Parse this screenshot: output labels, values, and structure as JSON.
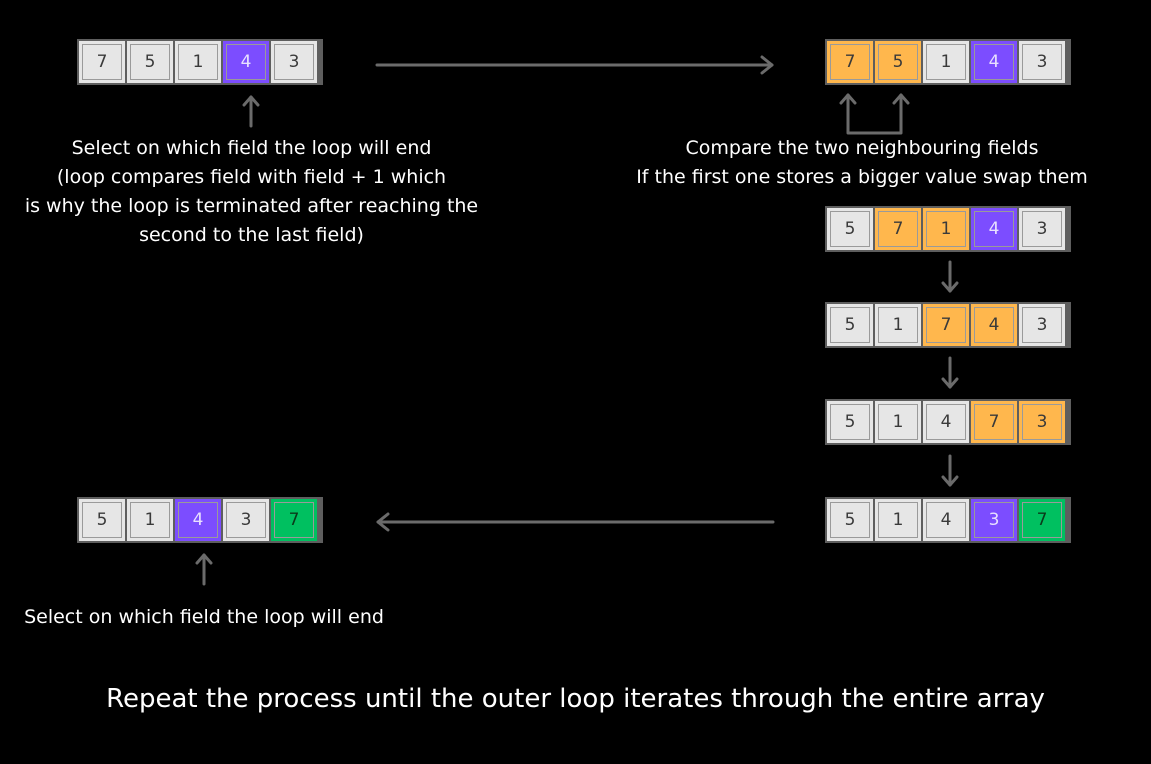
{
  "colors": {
    "default": "#e6e6e6",
    "selected_end": "#7c4dff",
    "comparing": "#ffb74d",
    "sorted": "#00c060",
    "arrow": "#6b6b6b"
  },
  "arrays": {
    "initial": [
      {
        "value": "7",
        "state": "default"
      },
      {
        "value": "5",
        "state": "default"
      },
      {
        "value": "1",
        "state": "default"
      },
      {
        "value": "4",
        "state": "selected_end"
      },
      {
        "value": "3",
        "state": "default"
      }
    ],
    "compare_first": [
      {
        "value": "7",
        "state": "comparing"
      },
      {
        "value": "5",
        "state": "comparing"
      },
      {
        "value": "1",
        "state": "default"
      },
      {
        "value": "4",
        "state": "selected_end"
      },
      {
        "value": "3",
        "state": "default"
      }
    ],
    "step_2": [
      {
        "value": "5",
        "state": "default"
      },
      {
        "value": "7",
        "state": "comparing"
      },
      {
        "value": "1",
        "state": "comparing"
      },
      {
        "value": "4",
        "state": "selected_end"
      },
      {
        "value": "3",
        "state": "default"
      }
    ],
    "step_3": [
      {
        "value": "5",
        "state": "default"
      },
      {
        "value": "1",
        "state": "default"
      },
      {
        "value": "7",
        "state": "comparing"
      },
      {
        "value": "4",
        "state": "comparing"
      },
      {
        "value": "3",
        "state": "default"
      }
    ],
    "step_4": [
      {
        "value": "5",
        "state": "default"
      },
      {
        "value": "1",
        "state": "default"
      },
      {
        "value": "4",
        "state": "default"
      },
      {
        "value": "7",
        "state": "comparing"
      },
      {
        "value": "3",
        "state": "comparing"
      }
    ],
    "pass_end": [
      {
        "value": "5",
        "state": "default"
      },
      {
        "value": "1",
        "state": "default"
      },
      {
        "value": "4",
        "state": "default"
      },
      {
        "value": "3",
        "state": "selected_end"
      },
      {
        "value": "7",
        "state": "sorted"
      }
    ],
    "next_pass": [
      {
        "value": "5",
        "state": "default"
      },
      {
        "value": "1",
        "state": "default"
      },
      {
        "value": "4",
        "state": "selected_end"
      },
      {
        "value": "3",
        "state": "default"
      },
      {
        "value": "7",
        "state": "sorted"
      }
    ]
  },
  "captions": {
    "select_end_lines": [
      "Select on which field the loop will end",
      "(loop compares field with field + 1 which",
      "is why the loop is terminated after reaching the",
      "second to the last field)"
    ],
    "compare_lines": [
      "Compare the two neighbouring fields",
      "If the first one stores a bigger value swap them"
    ],
    "select_end_short": "Select on which field the loop will end"
  },
  "footer": "Repeat the process until the outer loop iterates through the entire array"
}
